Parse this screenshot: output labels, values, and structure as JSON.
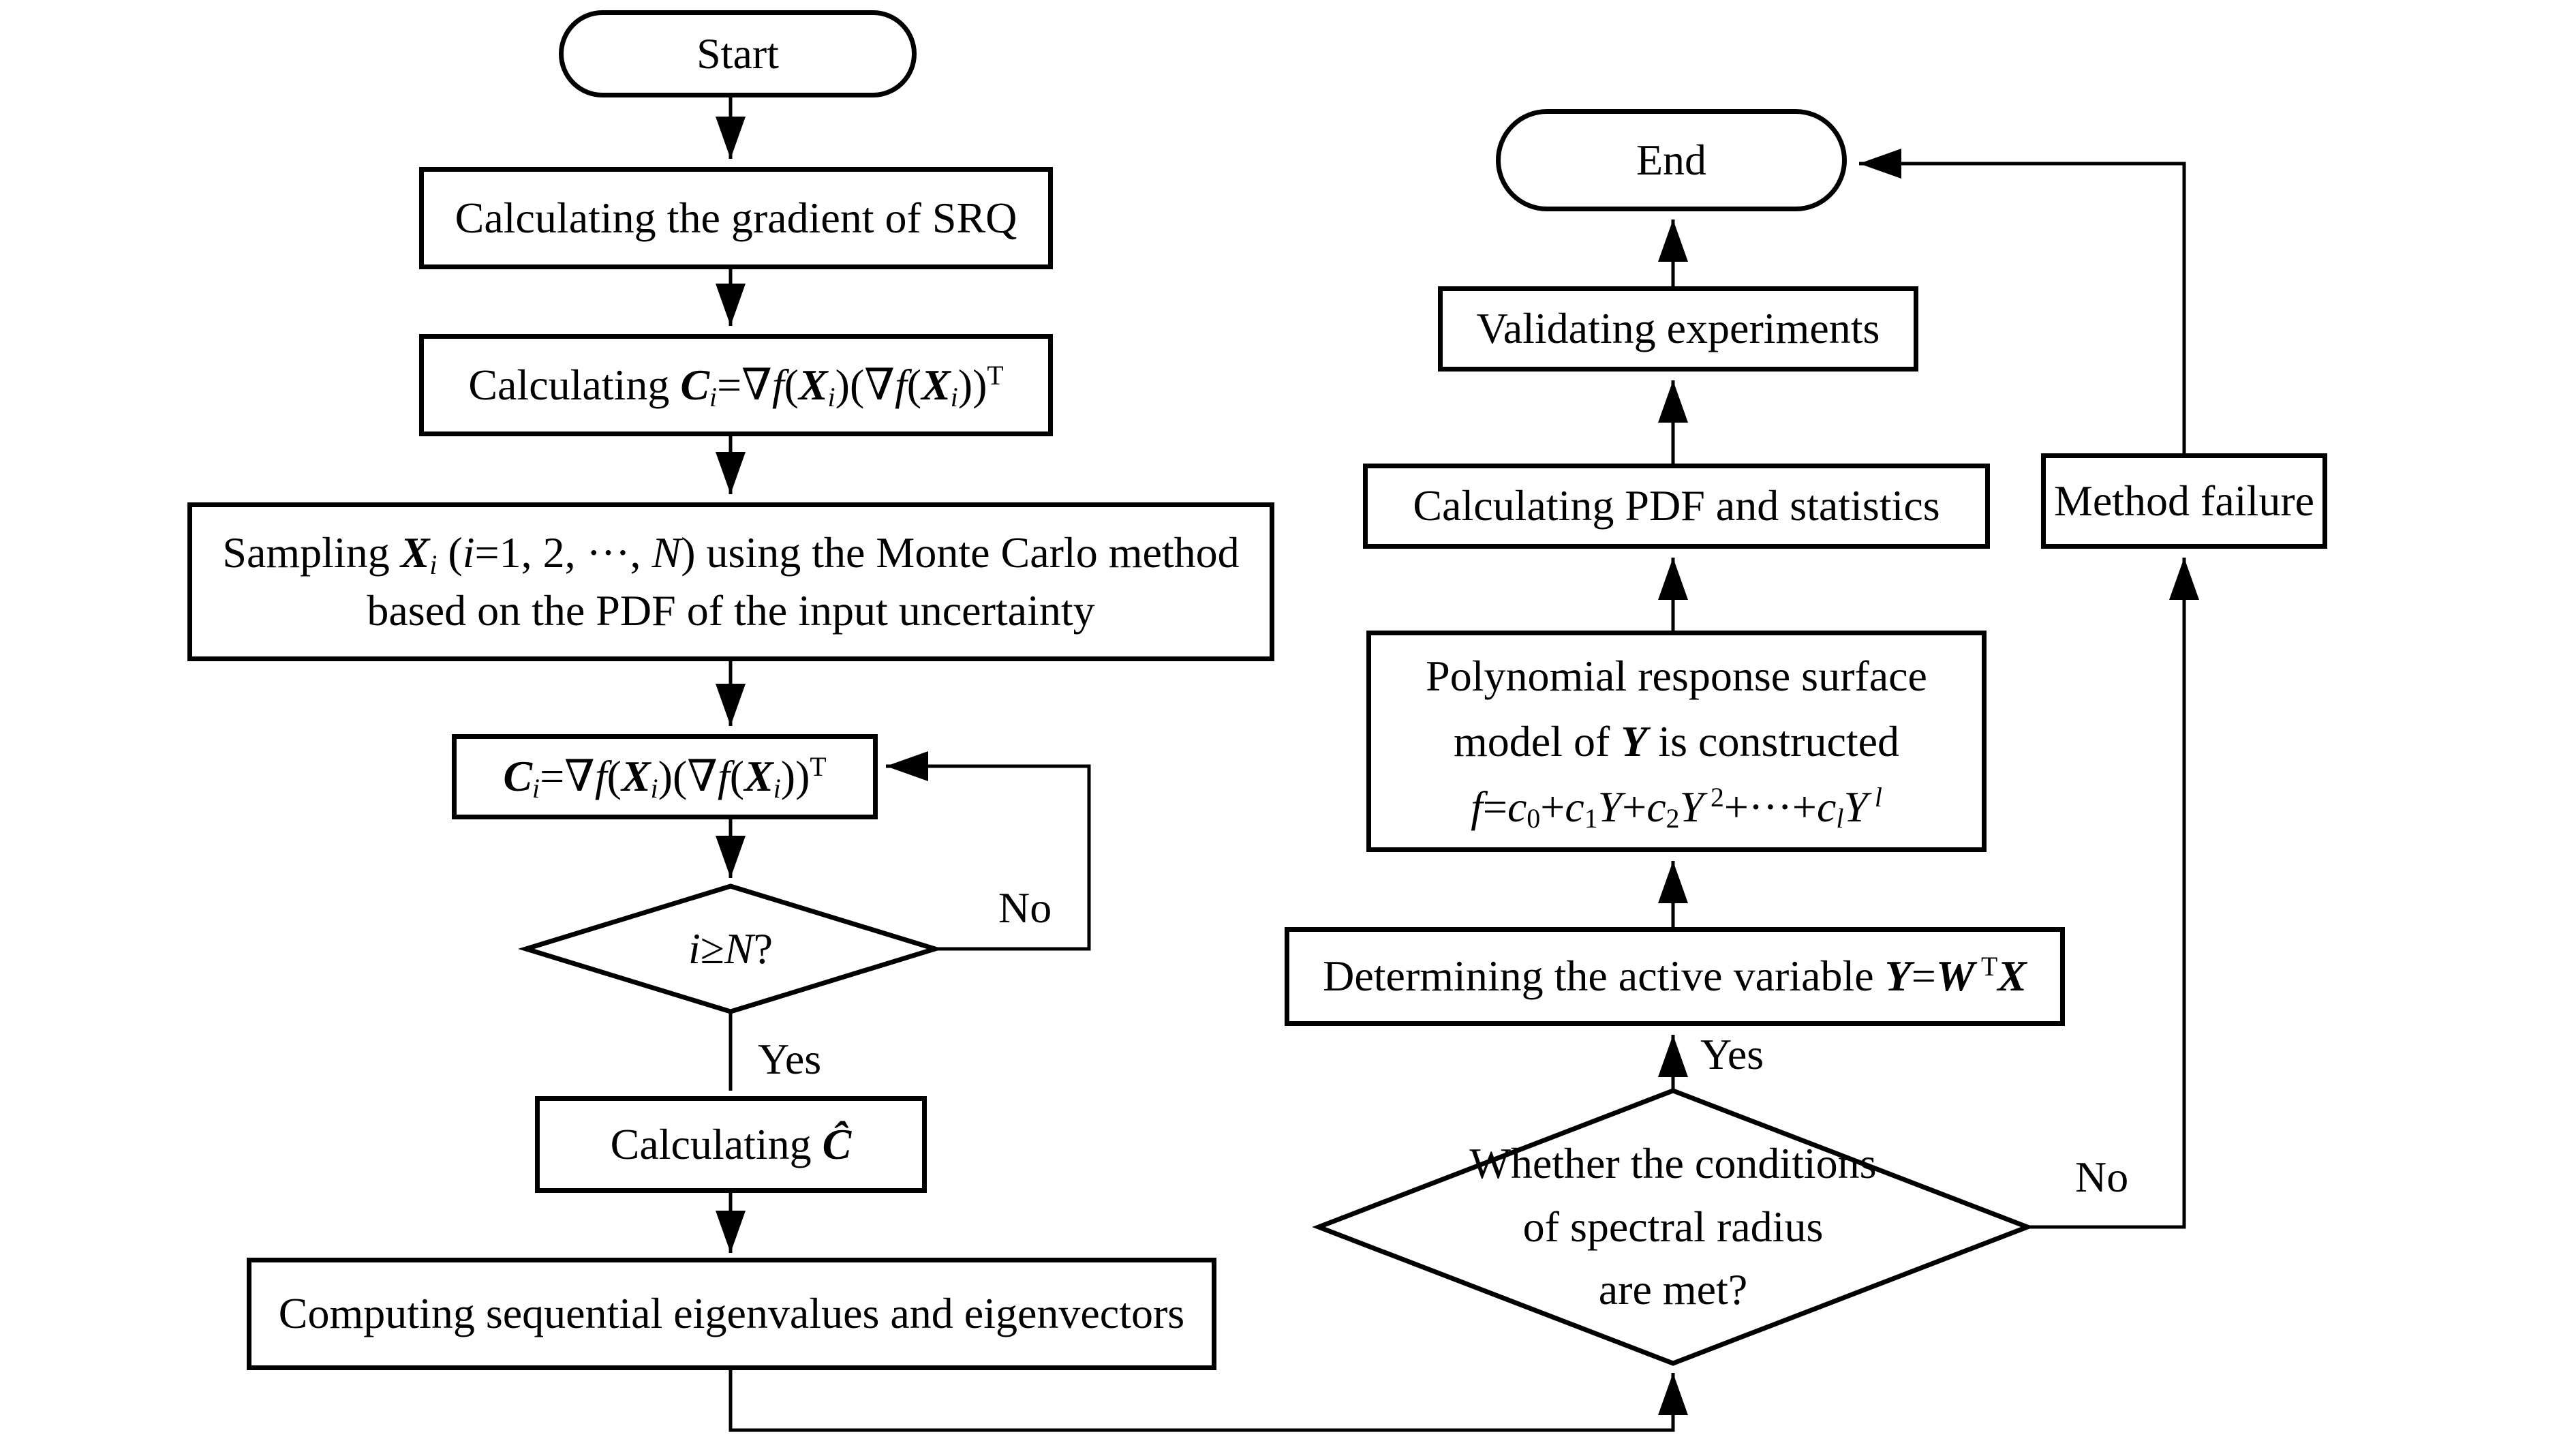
{
  "diagram": {
    "background_color": "#ffffff",
    "stroke_color": "#000000",
    "nodes": {
      "start": {
        "type": "terminator",
        "label": "Start"
      },
      "calc_gradient": {
        "type": "process",
        "label": "Calculating the gradient of SRQ"
      },
      "calc_ci": {
        "type": "process",
        "label_html": "Calculating <b><i>C</i></b><sub><i>i</i></sub>=∇<i>f</i>(<b><i>X</i></b><sub><i>i</i></sub>)(∇<i>f</i>(<b><i>X</i></b><sub><i>i</i></sub>))<sup>T</sup>"
      },
      "sampling": {
        "type": "process",
        "label_html": "Sampling <b><i>X</i></b><sub><i>i</i></sub> (<i>i</i>=1, 2, ···, <i>N</i>) using the Monte Carlo method<br>based on the PDF of the input uncertainty"
      },
      "ci_loop": {
        "type": "process",
        "label_html": "<b><i>C</i></b><sub><i>i</i></sub>=∇<i>f</i>(<b><i>X</i></b><sub><i>i</i></sub>)(∇<i>f</i>(<b><i>X</i></b><sub><i>i</i></sub>))<sup>T</sup>"
      },
      "i_ge_n": {
        "type": "decision",
        "label_html": "<i>i</i>≥<i>N</i>?"
      },
      "calc_chat": {
        "type": "process",
        "label_html": "Calculating <b><i>Ĉ</i></b>"
      },
      "eigen": {
        "type": "process",
        "label": "Computing sequential eigenvalues and eigenvectors"
      },
      "spectral": {
        "type": "decision",
        "label_html": "Whether the conditions<br>of spectral radius<br>are met?"
      },
      "determining": {
        "type": "process",
        "label_html": "Determining the active variable <b><i>Y</i></b>=<b><i>W</i></b><sup> T</sup><b><i>X</i></b>"
      },
      "poly": {
        "type": "process",
        "label_html": "Polynomial response surface<br>model of <b><i>Y</i></b> is constructed<br><i>f</i>=<i>c</i><sub>0</sub>+<i>c</i><sub>1</sub><i>Y</i>+<i>c</i><sub>2</sub><i>Y</i><sup> 2</sup>+···+<i>c</i><sub><i>l</i></sub><i>Y</i><sup> <i>l</i></sup>"
      },
      "calc_pdf": {
        "type": "process",
        "label": "Calculating PDF and statistics"
      },
      "validating": {
        "type": "process",
        "label": "Validating experiments"
      },
      "method_failure": {
        "type": "process",
        "label": "Method failure"
      },
      "end": {
        "type": "terminator",
        "label": "End"
      }
    },
    "edges": [
      {
        "from": "start",
        "to": "calc_gradient",
        "label": ""
      },
      {
        "from": "calc_gradient",
        "to": "calc_ci",
        "label": ""
      },
      {
        "from": "calc_ci",
        "to": "sampling",
        "label": ""
      },
      {
        "from": "sampling",
        "to": "ci_loop",
        "label": ""
      },
      {
        "from": "ci_loop",
        "to": "i_ge_n",
        "label": ""
      },
      {
        "from": "i_ge_n",
        "to": "ci_loop",
        "label": "No"
      },
      {
        "from": "i_ge_n",
        "to": "calc_chat",
        "label": "Yes"
      },
      {
        "from": "calc_chat",
        "to": "eigen",
        "label": ""
      },
      {
        "from": "eigen",
        "to": "spectral",
        "label": ""
      },
      {
        "from": "spectral",
        "to": "determining",
        "label": "Yes"
      },
      {
        "from": "spectral",
        "to": "method_failure",
        "label": "No"
      },
      {
        "from": "determining",
        "to": "poly",
        "label": ""
      },
      {
        "from": "poly",
        "to": "calc_pdf",
        "label": ""
      },
      {
        "from": "calc_pdf",
        "to": "validating",
        "label": ""
      },
      {
        "from": "validating",
        "to": "end",
        "label": ""
      },
      {
        "from": "method_failure",
        "to": "end",
        "label": ""
      }
    ]
  }
}
